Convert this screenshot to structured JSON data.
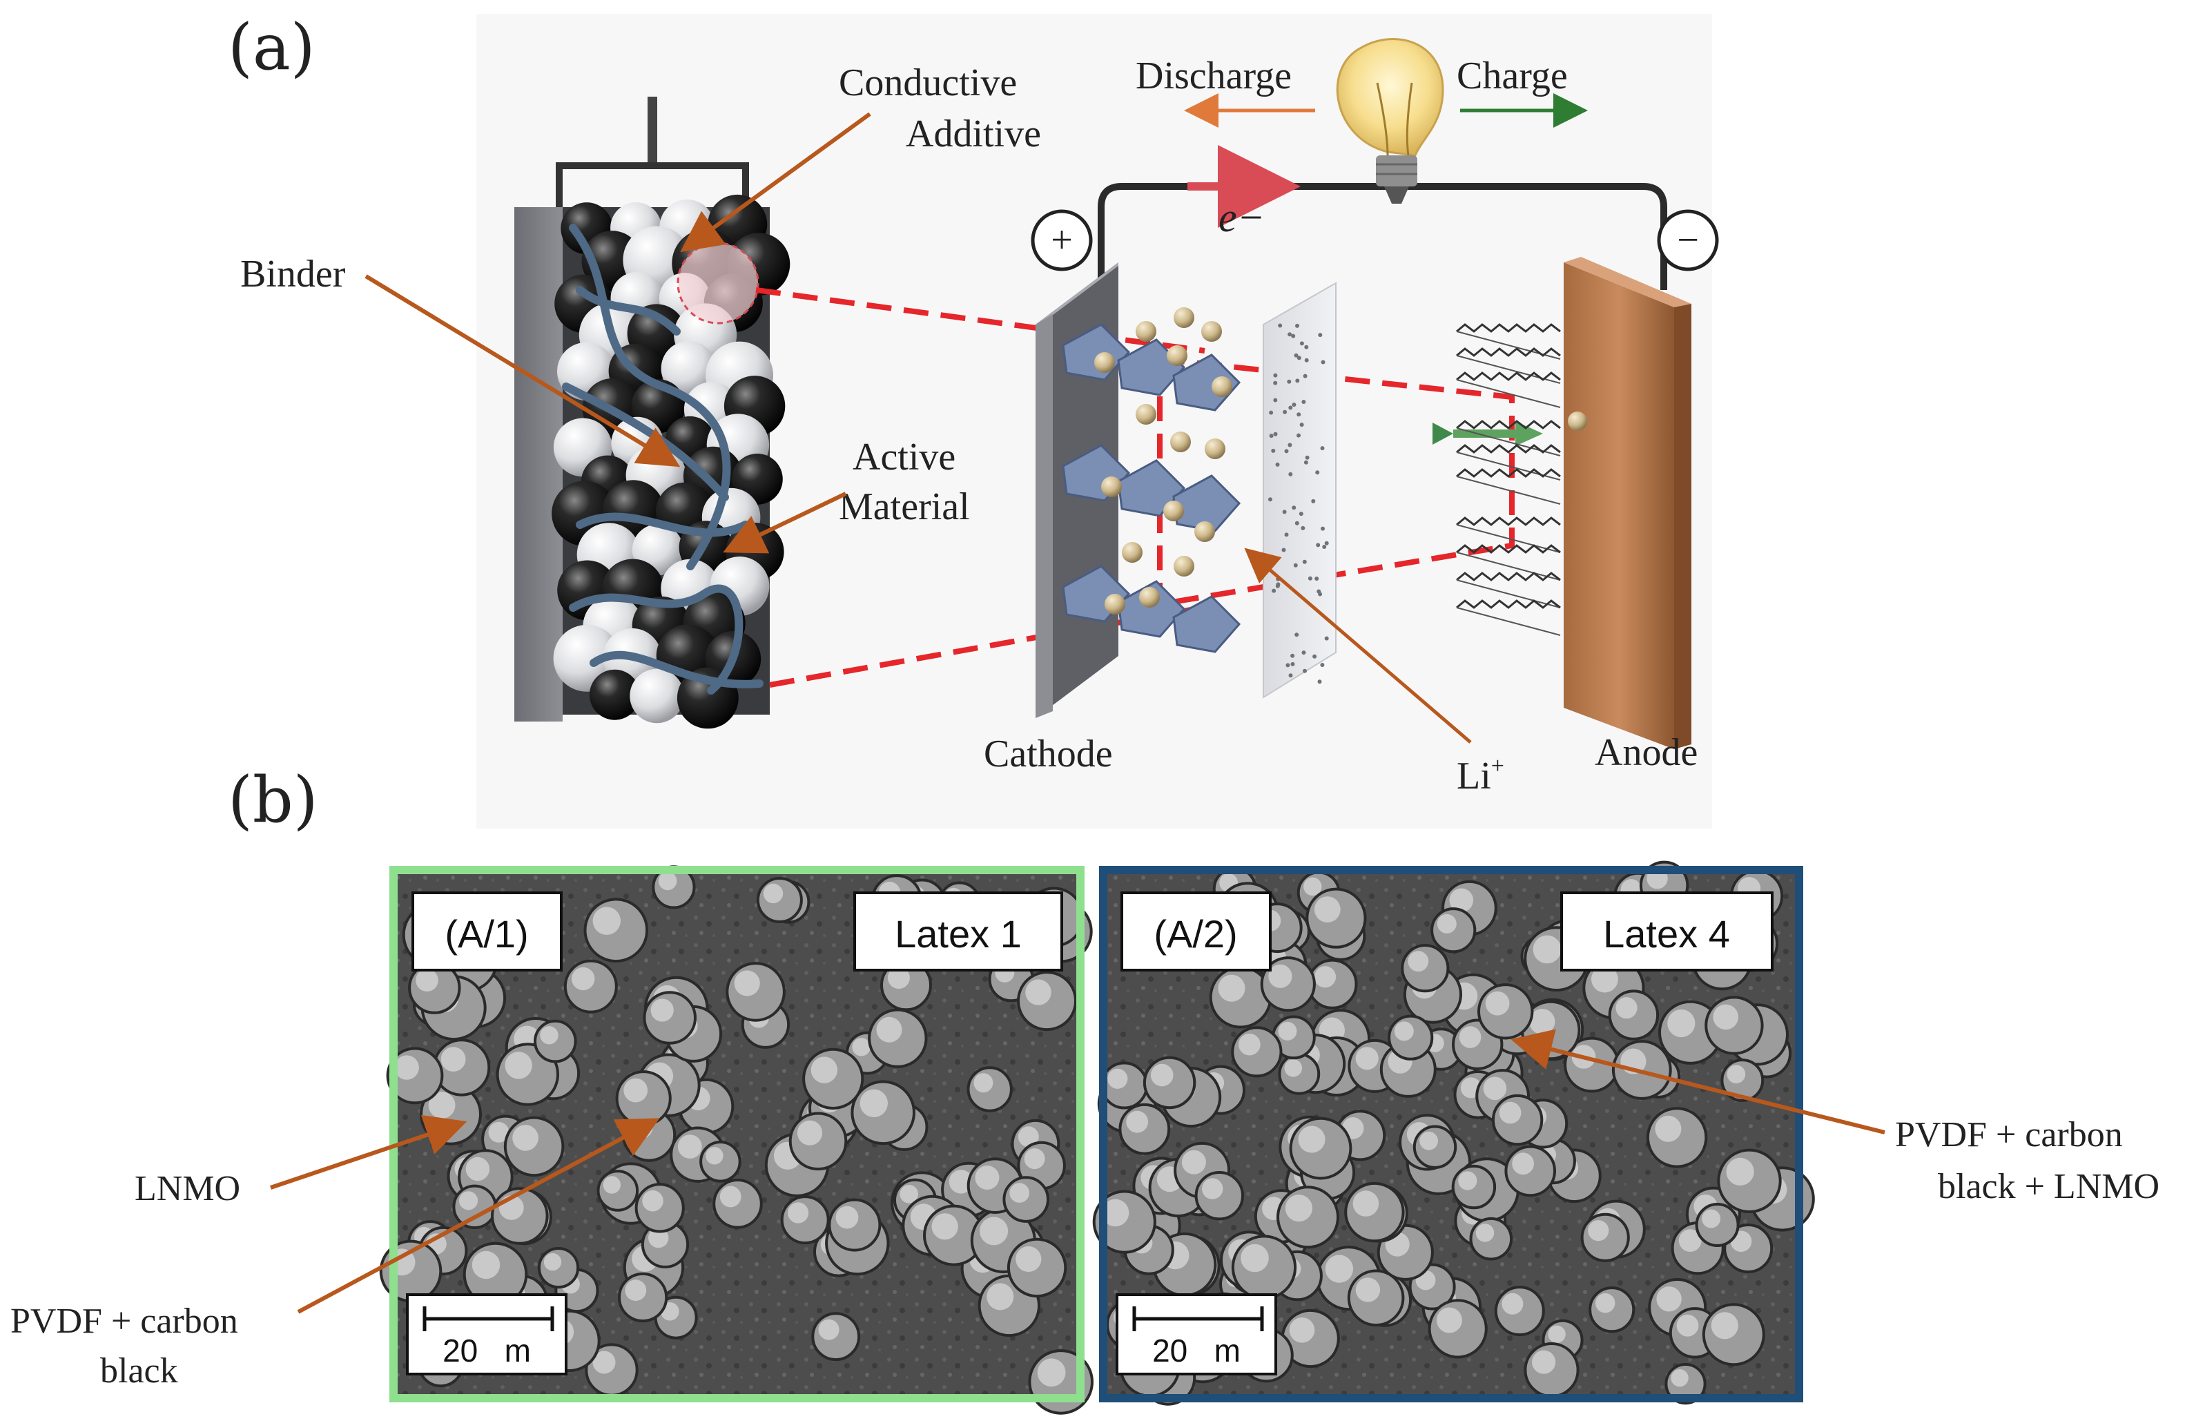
{
  "panel_a": {
    "letter": "(a)",
    "labels": {
      "conductive_line1": "Conductive",
      "conductive_line2": "Additive",
      "binder": "Binder",
      "active_line1": "Active",
      "active_line2": "Material",
      "discharge": "Discharge",
      "charge": "Charge",
      "electron": "e−",
      "plus": "+",
      "minus": "−",
      "cathode": "Cathode",
      "anode": "Anode",
      "li_ion": "Li",
      "li_sup": "+"
    },
    "colors": {
      "arrow": "#b8581c",
      "discharge_arrow": "#e07a3a",
      "charge_arrow": "#2e7d32",
      "dashed": "#e5262a",
      "copper": "#b87a4e"
    }
  },
  "panel_b": {
    "letter": "(b)",
    "left": {
      "tag": "(A/1)",
      "latex": "Latex 1",
      "scale": "20   m",
      "border": "#8ee08e"
    },
    "right": {
      "tag": "(A/2)",
      "latex": "Latex 4",
      "scale": "20   m",
      "border": "#1f4e79"
    },
    "labels": {
      "lnmo": "LNMO",
      "pvdf_cb_line1": "PVDF + carbon",
      "pvdf_cb_line2": "black",
      "pvdf_cb_lnmo_line1": "PVDF + carbon",
      "pvdf_cb_lnmo_line2": "black + LNMO"
    }
  }
}
